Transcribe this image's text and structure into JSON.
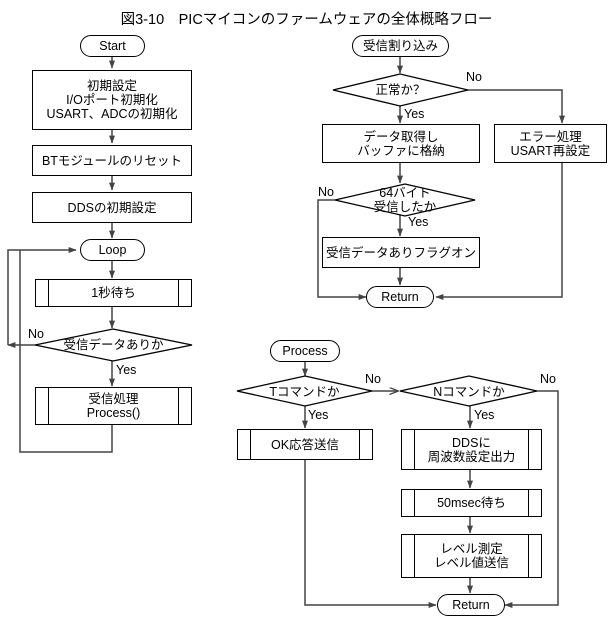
{
  "title": "図3-10　PICマイコンのファームウェアの全体概略フロー",
  "diagram": {
    "type": "flowchart",
    "accent_color": "#000000",
    "background": "#ffffff",
    "columns": [
      {
        "name": "main-loop",
        "nodes": [
          {
            "id": "start",
            "shape": "terminator",
            "label": "Start"
          },
          {
            "id": "init",
            "shape": "process",
            "label": "初期設定\nI/Oポート初期化\nUSART、ADCの初期化"
          },
          {
            "id": "bt-reset",
            "shape": "process",
            "label": "BTモジュールのリセット"
          },
          {
            "id": "dds-init",
            "shape": "process",
            "label": "DDSの初期設定"
          },
          {
            "id": "loop",
            "shape": "terminator",
            "label": "Loop"
          },
          {
            "id": "wait-1sec",
            "shape": "subroutine",
            "label": "1秒待ち"
          },
          {
            "id": "recv-check",
            "shape": "decision",
            "label": "受信データありか"
          },
          {
            "id": "recv-process",
            "shape": "subroutine",
            "label": "受信処理\nProcess()"
          }
        ]
      },
      {
        "name": "receive-interrupt",
        "nodes": [
          {
            "id": "rx-int",
            "shape": "terminator",
            "label": "受信割り込み"
          },
          {
            "id": "normal",
            "shape": "decision",
            "label": "正常か？"
          },
          {
            "id": "get-data",
            "shape": "process",
            "label": "データ取得し\nバッファに格納"
          },
          {
            "id": "err-proc",
            "shape": "process",
            "label": "エラー処理\nUSART再設定"
          },
          {
            "id": "byte64",
            "shape": "decision",
            "label": "64バイト\n受信したか"
          },
          {
            "id": "flag-on",
            "shape": "process",
            "label": "受信データありフラグオン"
          },
          {
            "id": "rx-return",
            "shape": "terminator",
            "label": "Return"
          }
        ]
      },
      {
        "name": "process-routine",
        "nodes": [
          {
            "id": "process",
            "shape": "terminator",
            "label": "Process"
          },
          {
            "id": "t-cmd",
            "shape": "decision",
            "label": "Tコマンドか"
          },
          {
            "id": "n-cmd",
            "shape": "decision",
            "label": "Nコマンドか"
          },
          {
            "id": "ok-send",
            "shape": "subroutine",
            "label": "OK応答送信"
          },
          {
            "id": "dds-out",
            "shape": "subroutine",
            "label": "DDSに\n周波数設定出力"
          },
          {
            "id": "wait-50ms",
            "shape": "subroutine",
            "label": "50msec待ち"
          },
          {
            "id": "level",
            "shape": "subroutine",
            "label": "レベル測定\nレベル値送信"
          },
          {
            "id": "pr-return",
            "shape": "terminator",
            "label": "Return"
          }
        ]
      }
    ],
    "edge_labels": {
      "recv_no": "No",
      "recv_yes": "Yes",
      "normal_no": "No",
      "normal_yes": "Yes",
      "byte64_no": "No",
      "byte64_yes": "Yes",
      "t_no": "No",
      "t_yes": "Yes",
      "n_no": "No",
      "n_yes": "Yes"
    }
  }
}
